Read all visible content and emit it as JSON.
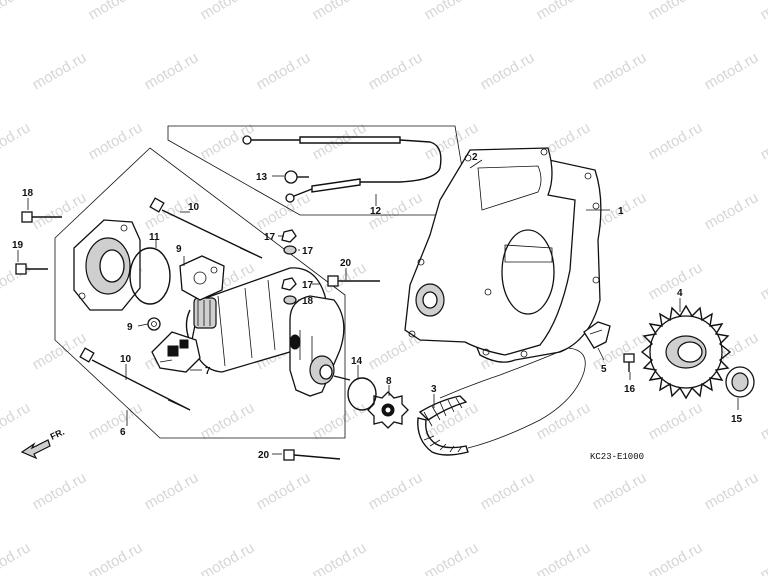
{
  "watermark": {
    "text": "motod.ru"
  },
  "diagram": {
    "drawing_code": "KC23-E1000",
    "direction_label": "FR."
  },
  "callouts": [
    {
      "id": "c1",
      "text": "1"
    },
    {
      "id": "c2",
      "text": "2"
    },
    {
      "id": "c3",
      "text": "3"
    },
    {
      "id": "c4",
      "text": "4"
    },
    {
      "id": "c5",
      "text": "5"
    },
    {
      "id": "c6",
      "text": "6"
    },
    {
      "id": "c7",
      "text": "7"
    },
    {
      "id": "c8",
      "text": "8"
    },
    {
      "id": "c9a",
      "text": "9"
    },
    {
      "id": "c9b",
      "text": "9"
    },
    {
      "id": "c10a",
      "text": "10"
    },
    {
      "id": "c10b",
      "text": "10"
    },
    {
      "id": "c11",
      "text": "11"
    },
    {
      "id": "c12",
      "text": "12"
    },
    {
      "id": "c13",
      "text": "13"
    },
    {
      "id": "c14",
      "text": "14"
    },
    {
      "id": "c15",
      "text": "15"
    },
    {
      "id": "c16",
      "text": "16"
    },
    {
      "id": "c17a",
      "text": "17"
    },
    {
      "id": "c17b",
      "text": "17"
    },
    {
      "id": "c17c",
      "text": "17"
    },
    {
      "id": "c18a",
      "text": "18"
    },
    {
      "id": "c18b",
      "text": "18"
    },
    {
      "id": "c19a",
      "text": "19"
    },
    {
      "id": "c19b",
      "text": "19"
    },
    {
      "id": "c20a",
      "text": "20"
    },
    {
      "id": "c20b",
      "text": "20"
    }
  ]
}
